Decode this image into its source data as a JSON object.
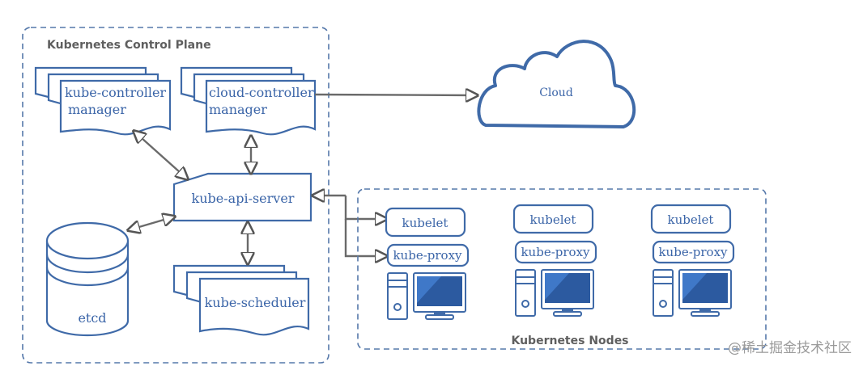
{
  "groups": {
    "control_plane": "Kubernetes Control Plane",
    "nodes": "Kubernetes Nodes"
  },
  "components": {
    "kube_controller_manager": [
      "kube-controller",
      "manager"
    ],
    "cloud_controller_manager": [
      "cloud-controller",
      "manager"
    ],
    "kube_api_server": "kube-api-server",
    "etcd": "etcd",
    "kube_scheduler": "kube-scheduler",
    "cloud": "Cloud"
  },
  "nodes": [
    {
      "kubelet": "kubelet",
      "kube_proxy": "kube-proxy"
    },
    {
      "kubelet": "kubelet",
      "kube_proxy": "kube-proxy"
    },
    {
      "kubelet": "kubelet",
      "kube_proxy": "kube-proxy"
    }
  ],
  "watermark": "@稀土掘金技术社区",
  "colors": {
    "component_blue": "#3f6aa8",
    "monitor_blue": "#2c5aa0",
    "connector_gray": "#6a6a6a",
    "group_label_gray": "#5f5f5f"
  }
}
